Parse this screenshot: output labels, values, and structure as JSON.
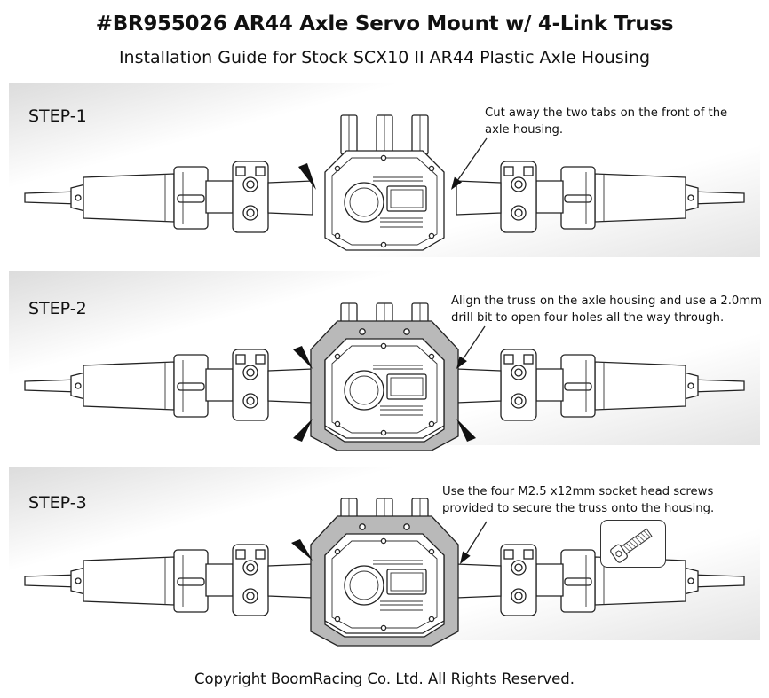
{
  "title": "#BR955026 AR44 Axle Servo Mount w/ 4-Link Truss",
  "subtitle": "Installation Guide for Stock SCX10 II AR44 Plastic Axle Housing",
  "steps": [
    {
      "label": "STEP-1",
      "note_line1": "Cut away the two tabs on the front of the",
      "note_line2": "axle housing."
    },
    {
      "label": "STEP-2",
      "note_line1": "Align the truss on the axle housing and use a 2.0mm",
      "note_line2": "drill bit to open four holes all the way through."
    },
    {
      "label": "STEP-3",
      "note_line1": "Use the four M2.5 x12mm socket head screws",
      "note_line2": "provided to secure the truss onto the housing."
    }
  ],
  "copyright": "Copyright BoomRacing Co. Ltd. All Rights Reserved.",
  "colors": {
    "truss": "#b9b9b9",
    "line": "#222222"
  }
}
